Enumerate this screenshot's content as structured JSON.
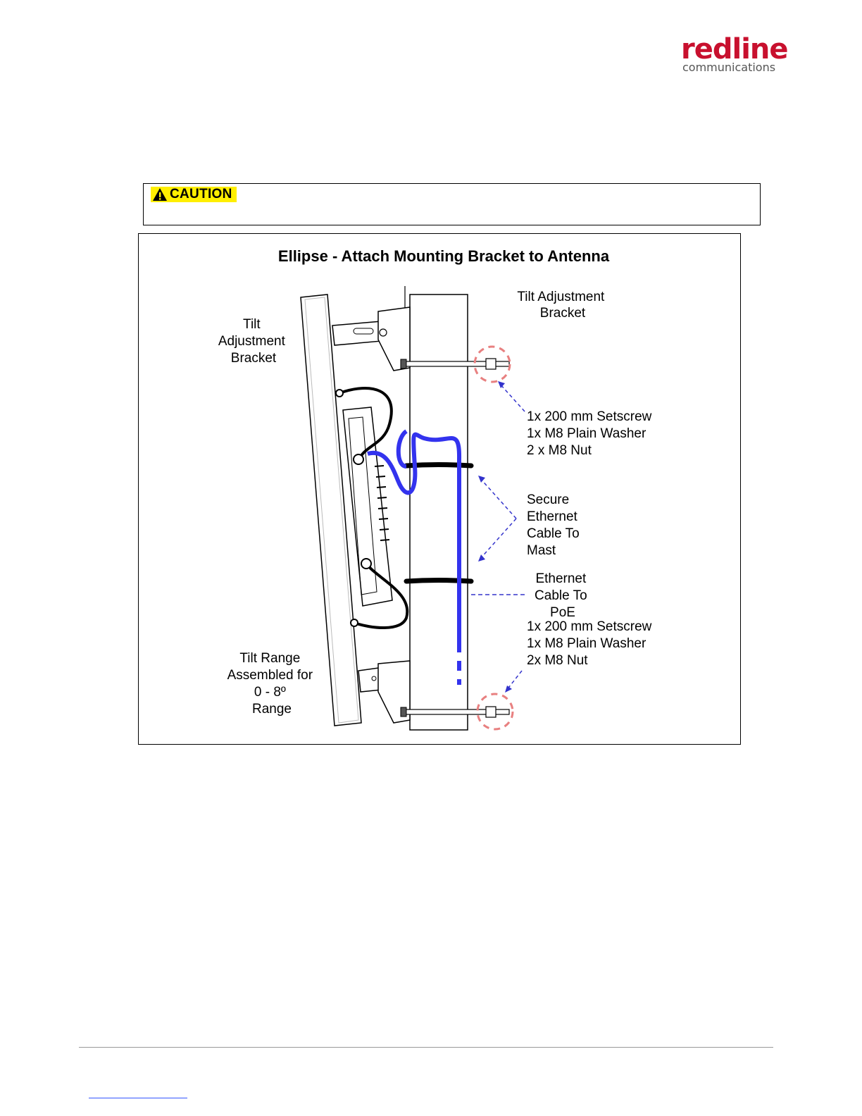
{
  "header": {
    "logo_name": "redline",
    "logo_sub": "communications",
    "brand_color": "#c8102e"
  },
  "caution": {
    "label": "CAUTION",
    "icon": "warning-triangle-icon",
    "badge_color": "#ffef00"
  },
  "figure": {
    "title": "Ellipse - Attach Mounting Bracket to Antenna",
    "labels": {
      "tilt_bracket_left": [
        "Tilt",
        "Adjustment",
        "Bracket"
      ],
      "tilt_bracket_right": [
        "Tilt Adjustment",
        "Bracket"
      ],
      "hardware_top": [
        "1x 200 mm Setscrew",
        "1x M8 Plain Washer",
        "2 x M8 Nut"
      ],
      "secure_cable": [
        "Secure",
        "Ethernet",
        "Cable To",
        "Mast"
      ],
      "ethernet_poe": [
        "Ethernet",
        "Cable To",
        "PoE"
      ],
      "hardware_bottom": [
        "1x 200 mm Setscrew",
        "1x M8 Plain Washer",
        "2x M8 Nut"
      ],
      "tilt_range": [
        "Tilt Range",
        "Assembled for",
        "0 - 8º",
        "Range"
      ]
    },
    "colors": {
      "cable": "#3333ee",
      "leader": "#3333cc",
      "highlight": "#e88080"
    }
  }
}
